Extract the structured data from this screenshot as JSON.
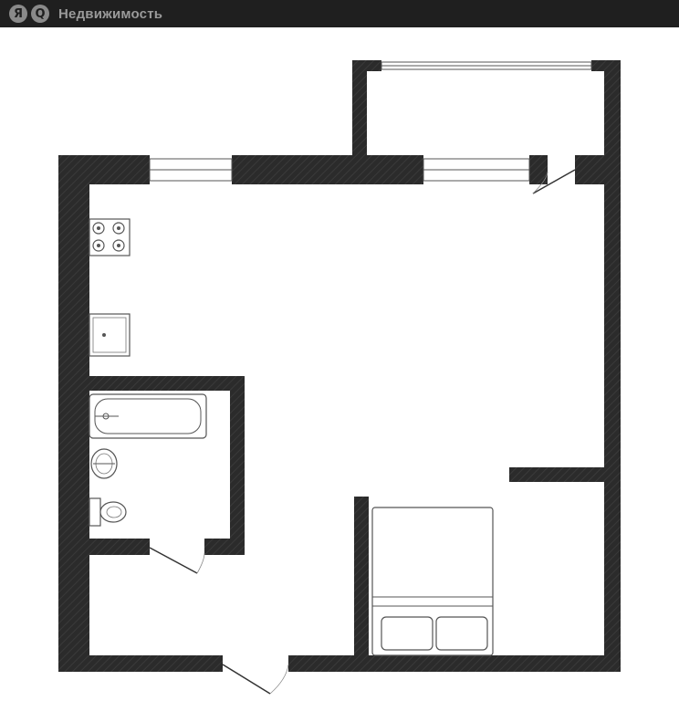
{
  "brand": {
    "logo_letter_1": "Я",
    "logo_letter_2": "Q",
    "text": "Недвижимость",
    "bar_color": "#1f1f1f",
    "text_color": "#9a9a9a"
  },
  "plan": {
    "wall_color": "#2b2b2b",
    "floor_color": "#ffffff",
    "rooms": [
      "main-room",
      "balcony",
      "bathroom",
      "sleeping-niche"
    ],
    "fixtures": [
      "stove",
      "sink",
      "bathtub",
      "washbasin",
      "toilet",
      "bed"
    ],
    "doors": [
      "balcony-door",
      "bathroom-door",
      "entrance-door"
    ],
    "windows": [
      "window-left",
      "window-right",
      "balcony-glazing"
    ]
  }
}
